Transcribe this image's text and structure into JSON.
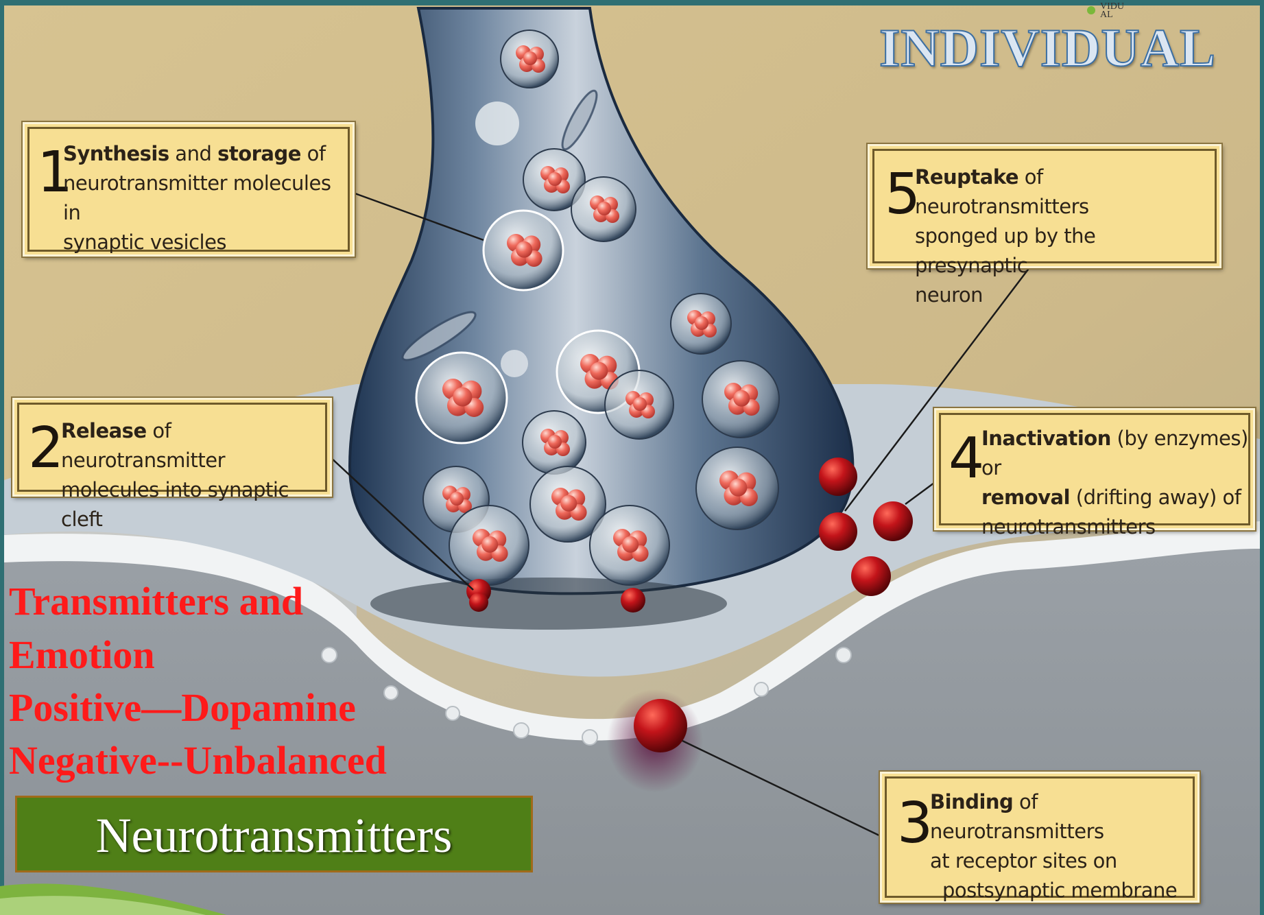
{
  "corner_header": {
    "title": "INDIVIDUAL",
    "fragment_line1": "VIDU",
    "fragment_line2": "AL"
  },
  "callouts": [
    {
      "number": "1",
      "bold1": "Synthesis",
      "mid": " and ",
      "bold2": "storage",
      "rest1": " of",
      "line2": "neurotransmitter molecules in",
      "line3": "synaptic vesicles"
    },
    {
      "number": "2",
      "bold1": "Release",
      "rest1": " of neurotransmitter",
      "line2": "molecules into synaptic cleft"
    },
    {
      "number": "3",
      "bold1": "Binding",
      "rest1": " of neurotransmitters",
      "line2": "at receptor sites on",
      "line3": "postsynaptic membrane"
    },
    {
      "number": "4",
      "bold1": "Inactivation",
      "rest1": " (by enzymes) or",
      "bold2": "removal",
      "rest2": " (drifting away) of",
      "line3": "neurotransmitters"
    },
    {
      "number": "5",
      "bold1": "Reuptake",
      "rest1": " of neurotransmitters",
      "line2": "sponged up by the presynaptic",
      "line3": "neuron"
    }
  ],
  "overlay_text": {
    "line1": "Transmitters and",
    "line2": "Emotion",
    "line3": "Positive—Dopamine",
    "line4": "Negative--Unbalanced"
  },
  "label_box": {
    "text": "Neurotransmitters"
  },
  "colors": {
    "overlay_red": "#ff1a1a",
    "label_green": "#4f7f17",
    "callout_fill": "#f7df93",
    "neuron_blue": "#34506f",
    "neurotransmitter_red": "#b80e12"
  }
}
